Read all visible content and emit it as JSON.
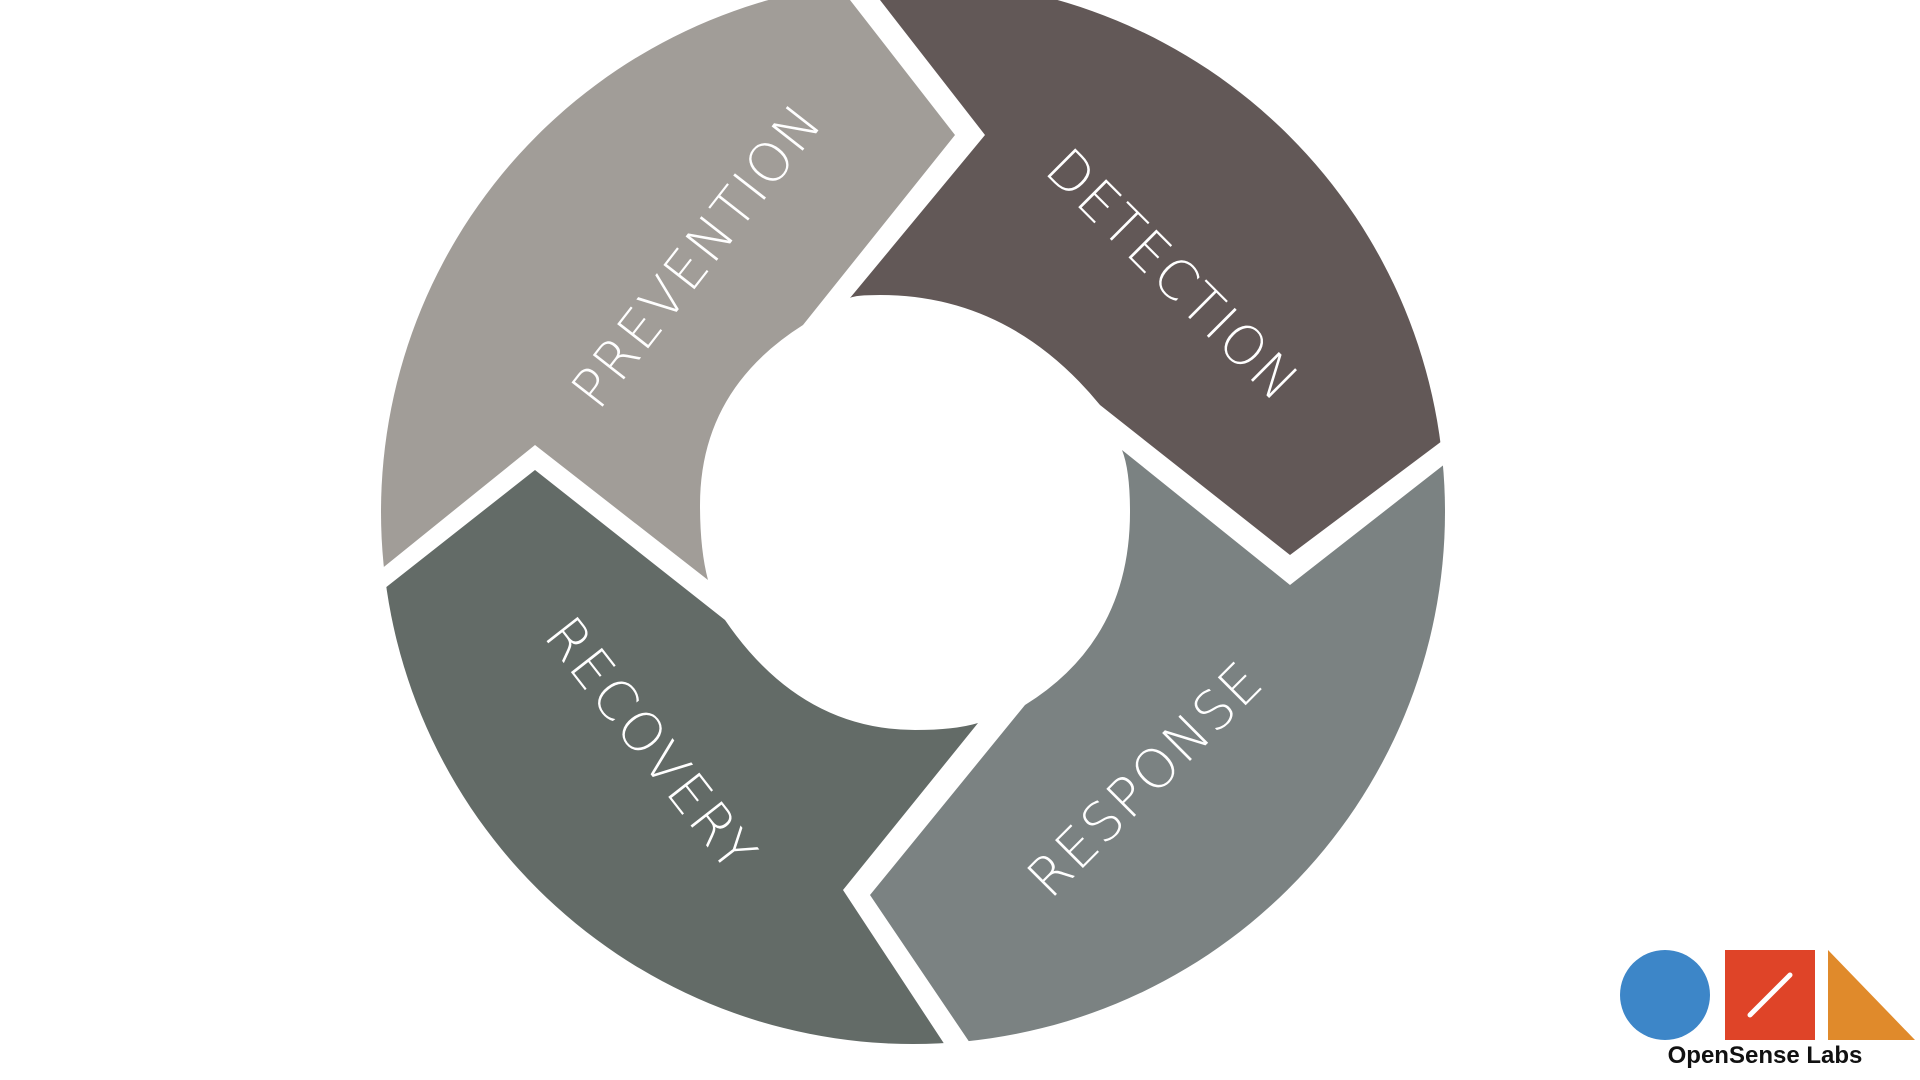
{
  "diagram": {
    "segments": [
      {
        "id": "prevention",
        "label": "PREVENTION",
        "color": "#a19d98"
      },
      {
        "id": "detection",
        "label": "DETECTION",
        "color": "#625857"
      },
      {
        "id": "response",
        "label": "RESPONSE",
        "color": "#7b8282"
      },
      {
        "id": "recovery",
        "label": "RECOVERY",
        "color": "#636b67"
      }
    ],
    "label_color": "#ffffff"
  },
  "logo": {
    "text": "OpenSense Labs",
    "colors": {
      "circle": "#3d86c8",
      "square": "#df4428",
      "triangle": "#e08a2b"
    },
    "icons": [
      "circle-shape-icon",
      "slash-square-icon",
      "triangle-shape-icon"
    ]
  }
}
